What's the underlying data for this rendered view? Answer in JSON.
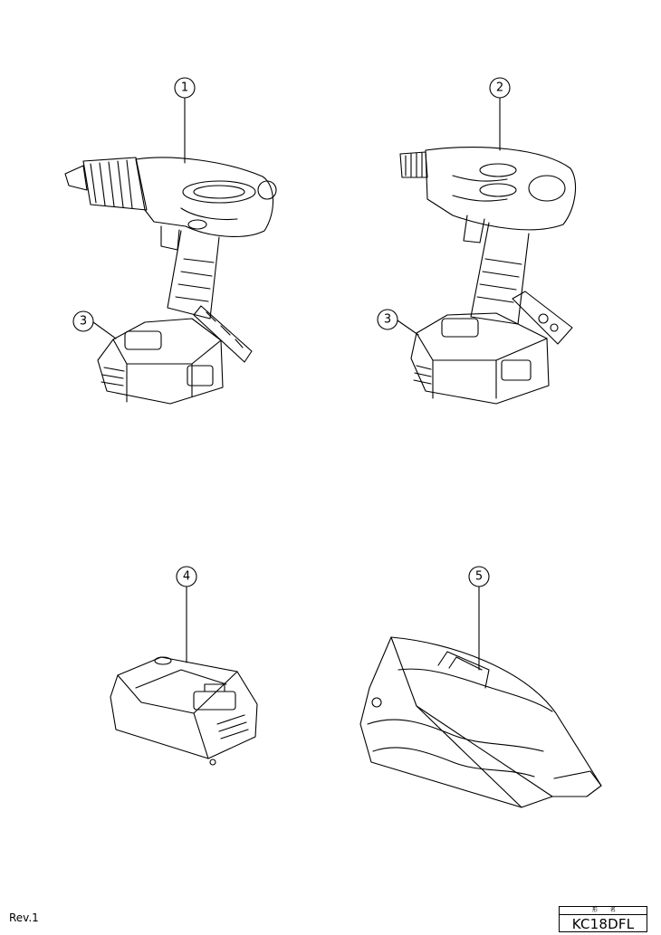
{
  "callouts": [
    {
      "num": "1",
      "item": "drill"
    },
    {
      "num": "2",
      "item": "impact-driver"
    },
    {
      "num": "3",
      "item": "battery"
    },
    {
      "num": "3",
      "item": "battery"
    },
    {
      "num": "4",
      "item": "charger"
    },
    {
      "num": "5",
      "item": "tool-bag"
    }
  ],
  "footer": {
    "revision": "Rev.1",
    "model_header_left": "形",
    "model_header_right": "名",
    "model": "KC18DFL"
  }
}
